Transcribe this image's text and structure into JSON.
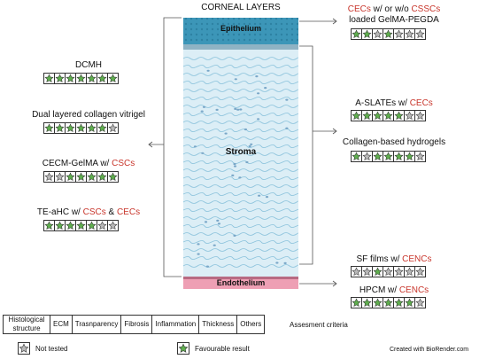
{
  "title": "CORNEAL LAYERS",
  "layers": {
    "epithelium": "Epithelium",
    "stroma": "Stroma",
    "endothelium": "Endothelium"
  },
  "colors": {
    "favourable": "#5fae4e",
    "not_tested": "#b8b8b8",
    "highlight": "#c8352b",
    "stroma": "#dceef6",
    "epithelium": "#3c96b8",
    "endothelium": "#ee9fb4"
  },
  "left_items": [
    {
      "id": "dcmh",
      "parts": [
        {
          "t": "DCMH",
          "hl": false
        }
      ],
      "stars": [
        "f",
        "f",
        "f",
        "f",
        "f",
        "f",
        "f"
      ]
    },
    {
      "id": "collagen-vitrigel",
      "parts": [
        {
          "t": "Dual layered collagen vitrigel",
          "hl": false
        }
      ],
      "stars": [
        "f",
        "f",
        "f",
        "f",
        "f",
        "f",
        "n"
      ]
    },
    {
      "id": "cecm-gelma",
      "parts": [
        {
          "t": "CECM-GelMA w/ ",
          "hl": false
        },
        {
          "t": "CSCs",
          "hl": true
        }
      ],
      "stars": [
        "n",
        "n",
        "f",
        "f",
        "f",
        "f",
        "f"
      ]
    },
    {
      "id": "te-ahc",
      "parts": [
        {
          "t": "TE-aHC w/ ",
          "hl": false
        },
        {
          "t": "CSCs",
          "hl": true
        },
        {
          "t": " & ",
          "hl": false
        },
        {
          "t": "CECs",
          "hl": true
        }
      ],
      "stars": [
        "f",
        "f",
        "f",
        "f",
        "f",
        "n",
        "n"
      ]
    }
  ],
  "right_items": [
    {
      "id": "gelma-pegda",
      "parts": [
        {
          "t": "CECs",
          "hl": true
        },
        {
          "t": " w/ or w/o ",
          "hl": false
        },
        {
          "t": "CSSCs",
          "hl": true
        }
      ],
      "parts2": [
        {
          "t": "loaded GelMA-PEGDA",
          "hl": false
        }
      ],
      "stars": [
        "f",
        "f",
        "n",
        "f",
        "n",
        "n",
        "n"
      ]
    },
    {
      "id": "a-slates",
      "parts": [
        {
          "t": "A-SLATEs w/ ",
          "hl": false
        },
        {
          "t": "CECs",
          "hl": true
        }
      ],
      "stars": [
        "f",
        "f",
        "f",
        "f",
        "f",
        "n",
        "n"
      ]
    },
    {
      "id": "collagen-hydrogels",
      "parts": [
        {
          "t": "Collagen-based hydrogels",
          "hl": false
        }
      ],
      "stars": [
        "f",
        "n",
        "f",
        "f",
        "f",
        "f",
        "n"
      ]
    },
    {
      "id": "sf-films",
      "parts": [
        {
          "t": "SF films w/ ",
          "hl": false
        },
        {
          "t": "CENCs",
          "hl": true
        }
      ],
      "stars": [
        "n",
        "n",
        "f",
        "n",
        "n",
        "n",
        "n"
      ]
    },
    {
      "id": "hpcm",
      "parts": [
        {
          "t": "HPCM w/ ",
          "hl": false
        },
        {
          "t": "CENCs",
          "hl": true
        }
      ],
      "stars": [
        "f",
        "f",
        "f",
        "f",
        "f",
        "f",
        "n"
      ]
    }
  ],
  "criteria": {
    "headers": [
      "Histological structure",
      "ECM",
      "Trasnparency",
      "Fibrosis",
      "Inflammation",
      "Thickness",
      "Others"
    ],
    "label": "Assesment criteria"
  },
  "legend": {
    "not_tested": "Not tested",
    "favourable": "Favourable result"
  },
  "credit": "Created with BioRender.com"
}
